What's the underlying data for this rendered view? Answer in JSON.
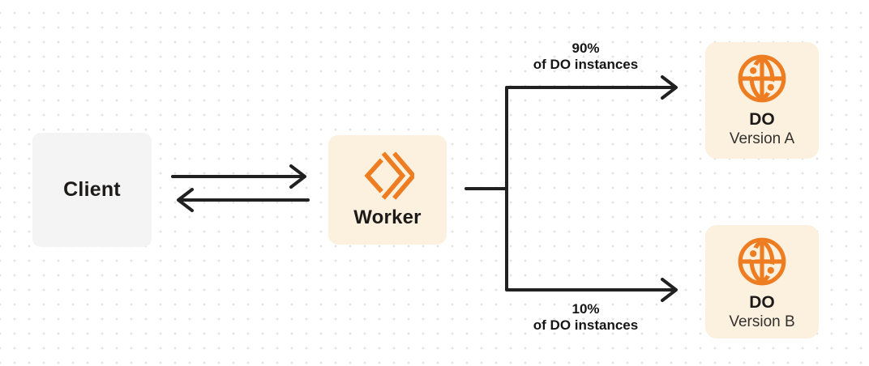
{
  "nodes": {
    "client": {
      "label": "Client"
    },
    "worker": {
      "label": "Worker"
    },
    "do_a": {
      "title": "DO",
      "subtitle": "Version A"
    },
    "do_b": {
      "title": "DO",
      "subtitle": "Version B"
    }
  },
  "branches": {
    "top": {
      "percent": "90%",
      "caption": "of DO instances"
    },
    "bottom": {
      "percent": "10%",
      "caption": "of DO instances"
    }
  },
  "icons": {
    "worker": "workers-chevron-icon",
    "durable_object": "globe-icon"
  },
  "colors": {
    "orange": "#EE7D22",
    "cream": "#FCF0DE",
    "client_gray": "#F4F4F5",
    "line": "#212121",
    "text": "#1C1B19",
    "subtext": "#33312E",
    "dot": "#E4E2E0"
  }
}
